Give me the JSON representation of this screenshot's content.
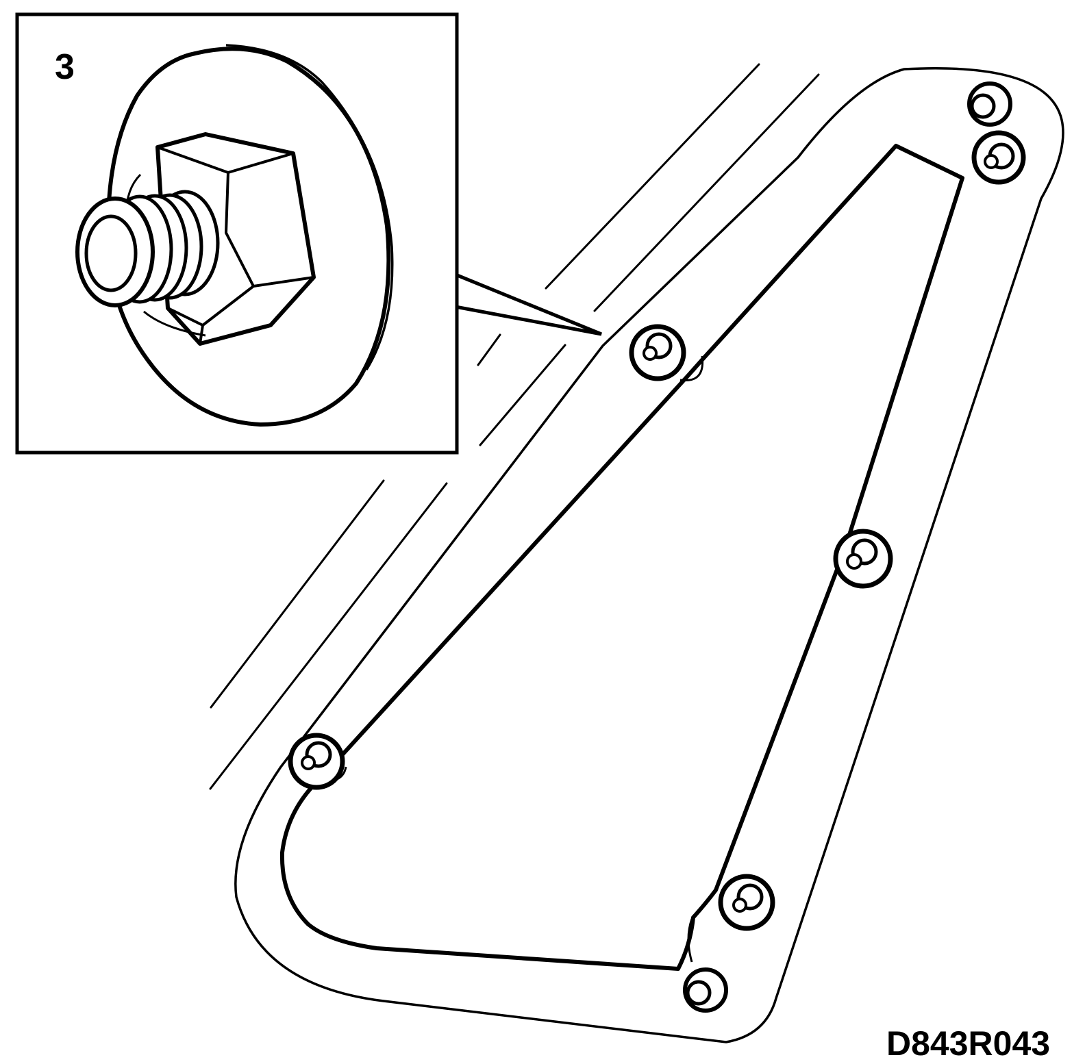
{
  "figure": {
    "inset_callout_number": "3",
    "reference_code": "D843R043",
    "line_color": "#000000",
    "background_color": "#ffffff"
  },
  "parts": {
    "inset": "nut-on-stud-detail",
    "main": "triangular-cover-panel-with-seal",
    "fasteners": [
      "stud",
      "stud-with-nut",
      "stud-with-nut",
      "stud-with-nut",
      "stud-with-nut",
      "stud-with-nut",
      "stud"
    ]
  }
}
